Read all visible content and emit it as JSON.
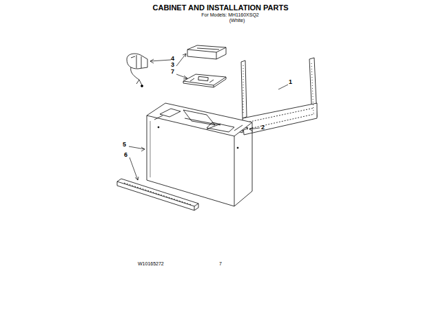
{
  "diagram": {
    "title": "CABINET AND INSTALLATION PARTS",
    "labels": [
      "For Models: MH1160XSQ2",
      "(White)",
      "4",
      "3",
      "7",
      "1",
      "2",
      "5",
      "6",
      "W10165272",
      "7"
    ]
  }
}
